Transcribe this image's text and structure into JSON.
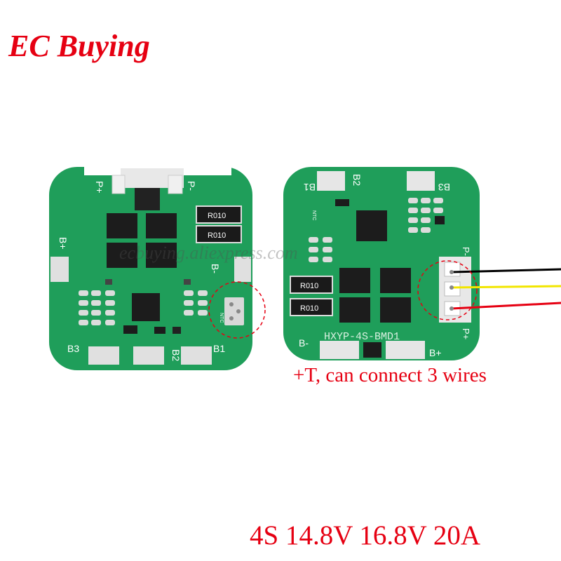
{
  "brand": {
    "logo_text": "EC Buying",
    "color": "#e60012"
  },
  "watermark": "ecbuying.aliexpress.com",
  "caption": "+T, can connect 3 wires",
  "spec": "4S 14.8V 16.8V 20A",
  "board_left": {
    "labels": {
      "p_plus": "P+",
      "p_minus": "P-",
      "b_plus": "B+",
      "b_minus": "B-",
      "b3": "B3",
      "b2": "B2",
      "b1": "B1",
      "ntc": "NTC",
      "r1": "R010",
      "r2": "R010"
    }
  },
  "board_right": {
    "labels": {
      "b1": "B1",
      "b2": "B2",
      "b3": "B3",
      "ntc": "NTC",
      "r1": "R010",
      "r2": "R010",
      "model": "HXYP-4S-BMD1",
      "b_minus": "B-",
      "b_plus": "B+",
      "p_minus": "P-",
      "p_plus": "P+"
    }
  },
  "wire_colors": [
    "#000000",
    "#f2e600",
    "#e60012"
  ],
  "pcb_color": "#1f9e5a"
}
